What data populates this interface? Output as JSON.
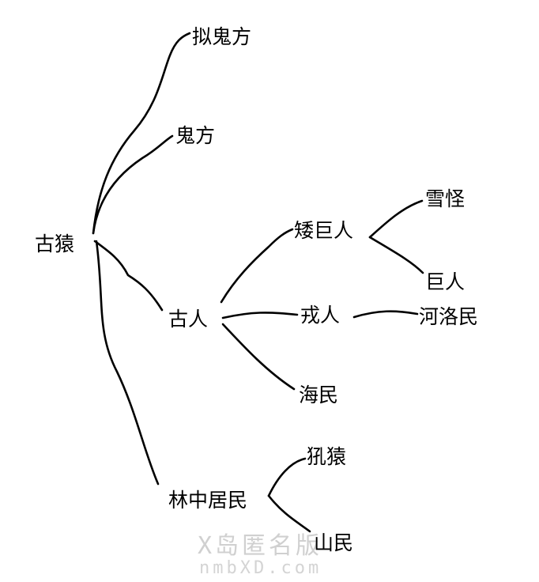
{
  "nodes": {
    "ni_guifang": "拟鬼方",
    "guifang": "鬼方",
    "guyuan": "古猿",
    "guren": "古人",
    "ai_juren": "矮巨人",
    "xueguai": "雪怪",
    "juren": "巨人",
    "rongren": "戎人",
    "heluomin": "河洛民",
    "haimin": "海民",
    "linzhong_jumin": "林中居民",
    "houyuan": "犼猿",
    "shanmin": "山民"
  },
  "watermark": {
    "line1": "X岛匿名版",
    "line2": "nmbXD.com"
  }
}
